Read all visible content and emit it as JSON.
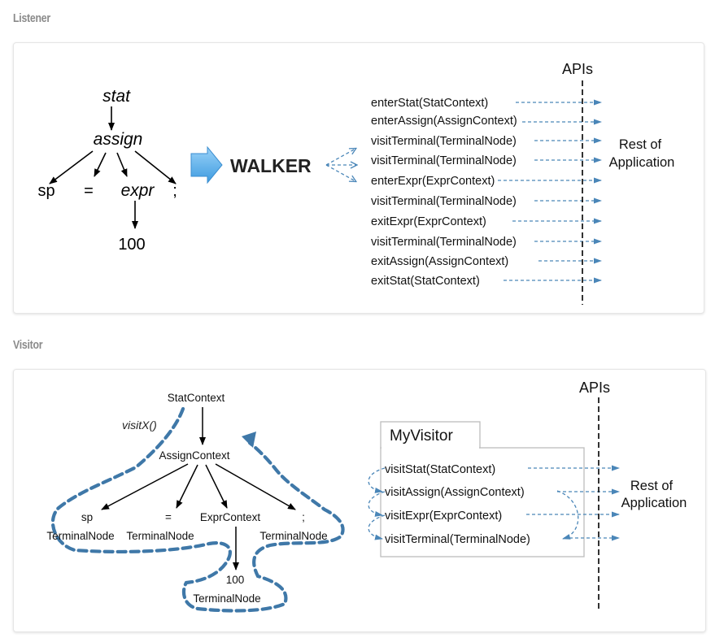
{
  "listener": {
    "section_title": "Listener",
    "tree": {
      "root": "stat",
      "child": "assign",
      "leaves": [
        "sp",
        "=",
        "expr",
        ";"
      ],
      "leaf_child": "100"
    },
    "walker_label": "WALKER",
    "apis_label": "APIs",
    "rest_line1": "Rest of",
    "rest_line2": "Application",
    "events": [
      "enterStat(StatContext)",
      "enterAssign(AssignContext)",
      "visitTerminal(TerminalNode)",
      "visitTerminal(TerminalNode)",
      "enterExpr(ExprContext)",
      "visitTerminal(TerminalNode)",
      "exitExpr(ExprContext)",
      "visitTerminal(TerminalNode)",
      "exitAssign(AssignContext)",
      "exitStat(StatContext)"
    ]
  },
  "visitor": {
    "section_title": "Visitor",
    "visit_label": "visitX()",
    "nodes": {
      "stat": "StatContext",
      "assign": "AssignContext",
      "sp_name": "sp",
      "sp_type": "TerminalNode",
      "eq_name": "=",
      "eq_type": "TerminalNode",
      "expr": "ExprContext",
      "semi_name": ";",
      "semi_type": "TerminalNode",
      "num_name": "100",
      "num_type": "TerminalNode"
    },
    "class_tab": "MyVisitor",
    "methods": [
      "visitStat(StatContext)",
      "visitAssign(AssignContext)",
      "visitExpr(ExprContext)",
      "visitTerminal(TerminalNode)"
    ],
    "apis_label": "APIs",
    "rest_line1": "Rest of",
    "rest_line2": "Application"
  },
  "colors": {
    "arrow_blue": "#4a86b8",
    "path_blue": "#3f78a8",
    "walker_arrow": "#5aaee8"
  }
}
